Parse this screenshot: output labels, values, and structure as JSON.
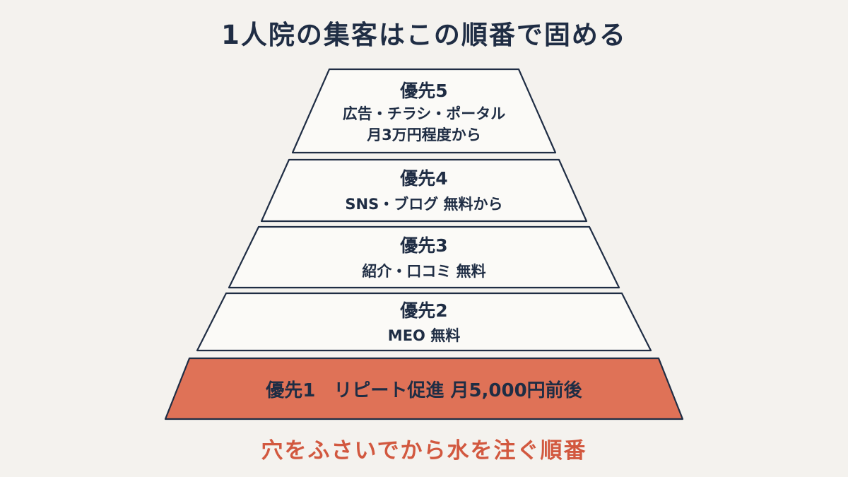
{
  "title": "1人院の集客はこの順番で固める",
  "tiers": [
    {
      "lines": [
        "優先5",
        "広告・チラシ・ポータル",
        "月3万円程度から"
      ]
    },
    {
      "lines": [
        "優先4",
        "SNS・ブログ 無料から"
      ]
    },
    {
      "lines": [
        "優先3",
        "紹介・口コミ 無料"
      ]
    },
    {
      "lines": [
        "優先2",
        "MEO 無料"
      ]
    },
    {
      "lines": [
        "優先1　リピート促進 月5,000円前後"
      ]
    }
  ],
  "footer": "穴をふさいでから水を注ぐ順番",
  "colors": {
    "ink": "#1f2d44",
    "tier_fill": "#fbfaf7",
    "highlight_fill": "#df7257",
    "footer_text": "#d2583f",
    "background": "#f4f2ee"
  }
}
